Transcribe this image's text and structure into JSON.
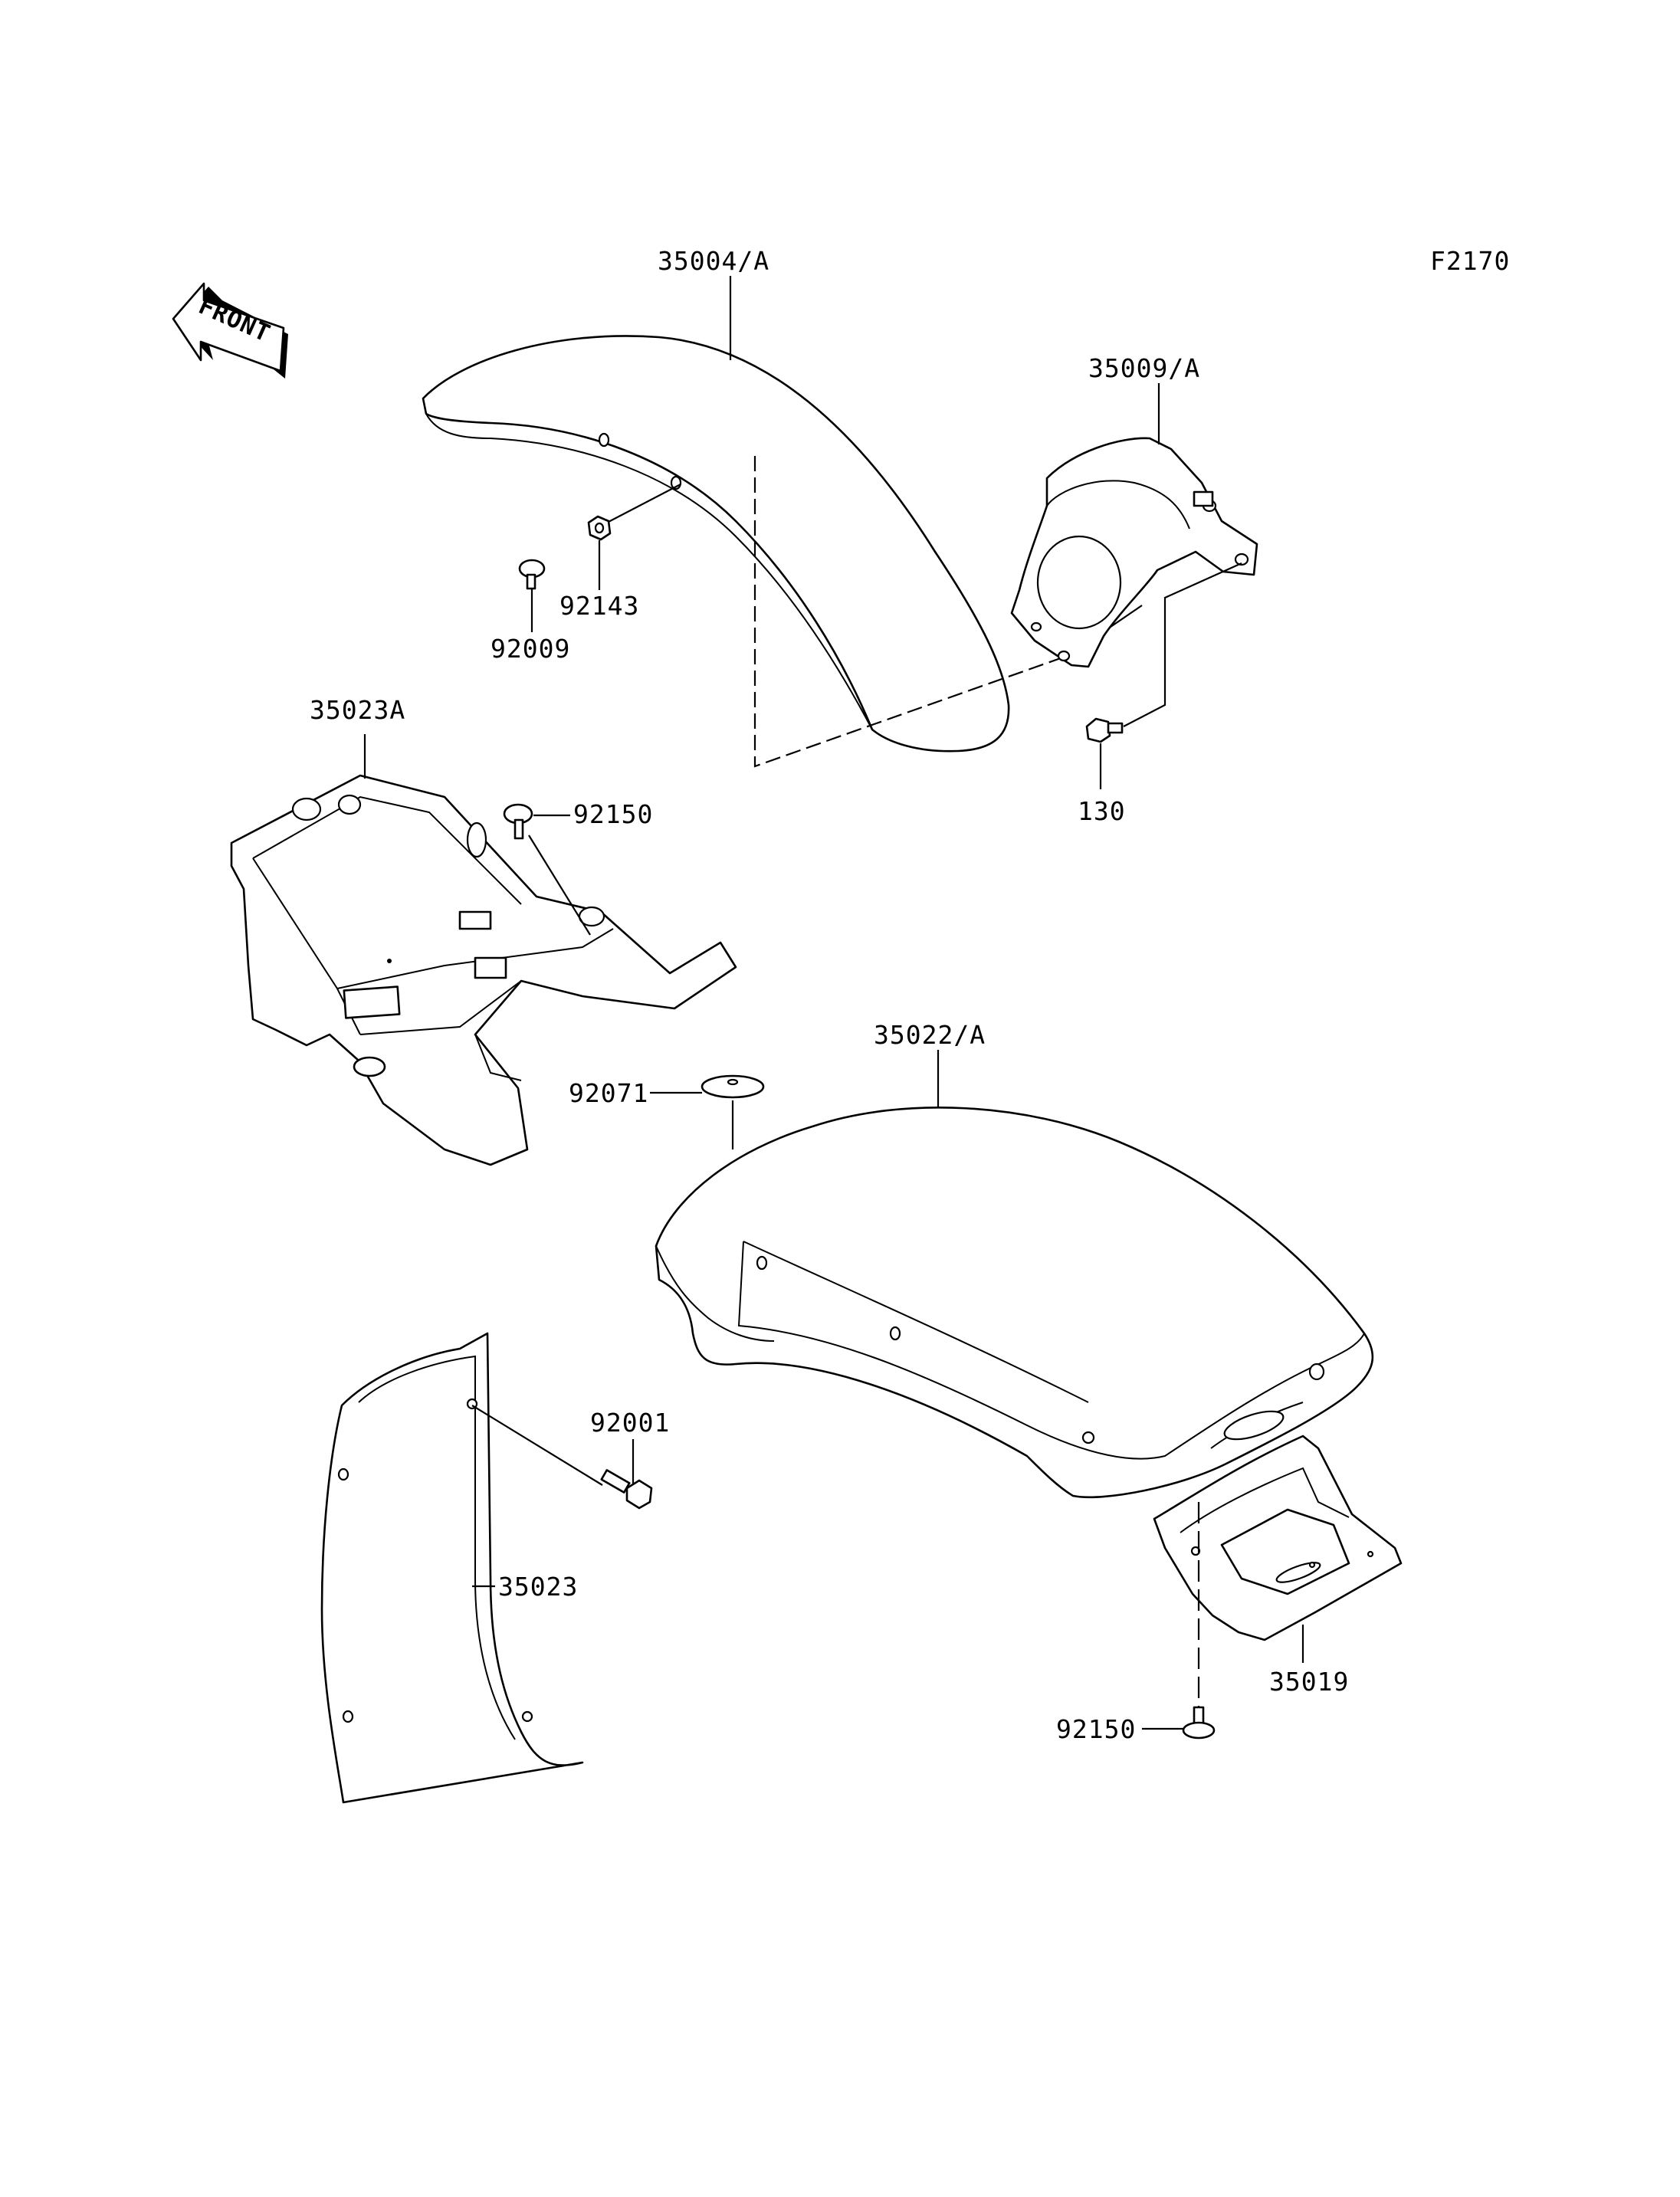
{
  "figure_code": "F2170",
  "front_label": "FRONT",
  "labels": {
    "front_fender": "35004/A",
    "front_fender_bracket": "35009/A",
    "nut": "92143",
    "front_screw": "92009",
    "rear_fender_frame": "35023A",
    "screw_top": "92150",
    "bolt_130": "130",
    "rear_fender": "35022/A",
    "damper": "92071",
    "rear_fender_bolt": "92001",
    "inner_fender": "35023",
    "rear_bracket": "35019",
    "screw_bottom": "92150"
  }
}
